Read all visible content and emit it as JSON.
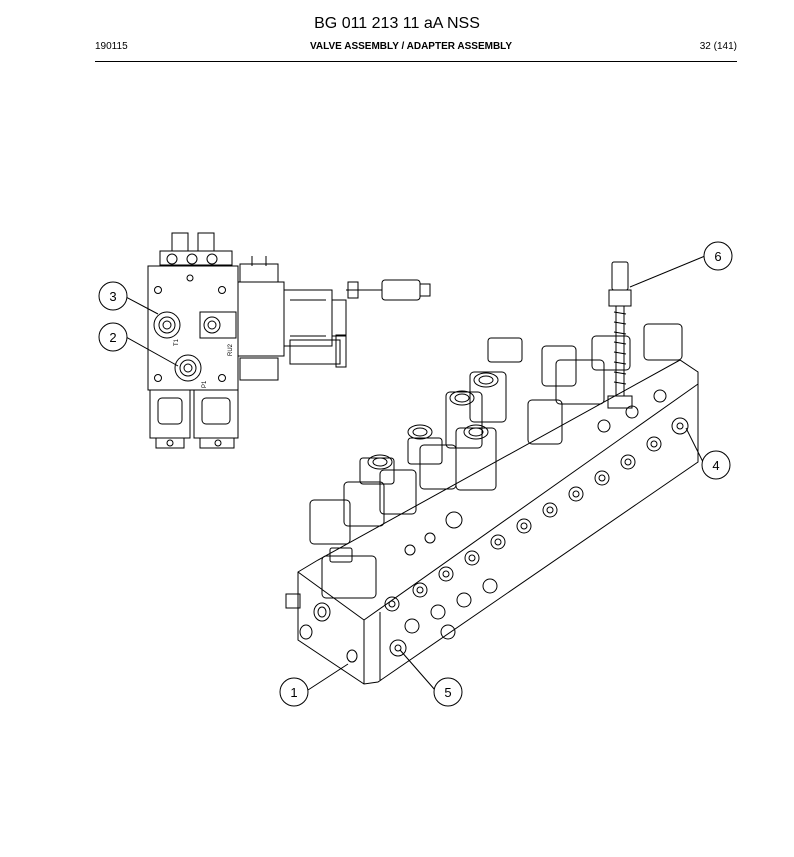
{
  "header": {
    "doc_title": "BG 011 213 11 aA NSS",
    "doc_number": "190115",
    "section_title": "VALVE ASSEMBLY / ADAPTER ASSEMBLY",
    "page_info": "32 (141)"
  },
  "callouts": [
    {
      "label": "1"
    },
    {
      "label": "2"
    },
    {
      "label": "3"
    },
    {
      "label": "4"
    },
    {
      "label": "5"
    },
    {
      "label": "6"
    }
  ],
  "port_labels": {
    "t1": "T1",
    "p1": "P1",
    "ru2": "RU2"
  }
}
